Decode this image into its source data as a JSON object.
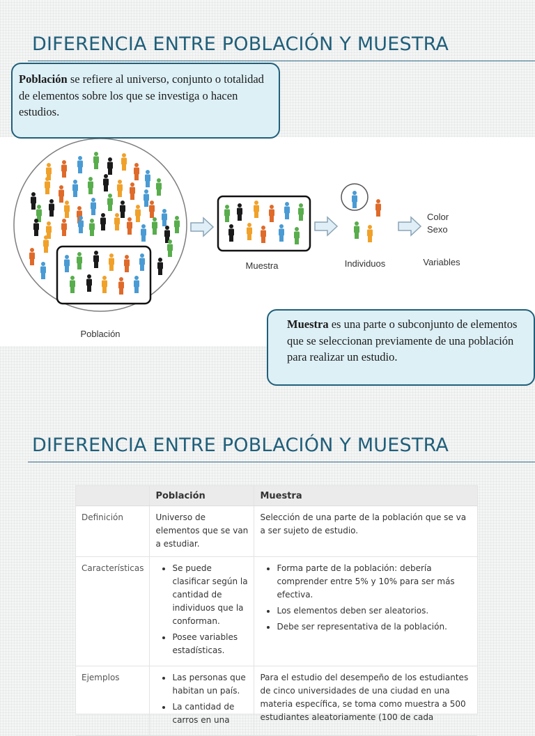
{
  "slide1": {
    "title": "DIFERENCIA ENTRE POBLACIÓN Y MUESTRA",
    "callout_poblacion": {
      "term": "Población",
      "text": " se refiere al universo, conjunto o totalidad de elementos sobre los que se investiga o hacen estudios."
    },
    "callout_muestra": {
      "term": "Muestra",
      "text": " es una parte o subconjunto de elementos que se seleccionan previamente de una población para realizar un estudio."
    },
    "figure": {
      "label_poblacion": "Población",
      "label_muestra": "Muestra",
      "label_individuos": "Individuos",
      "label_variables": "Variables",
      "variable_1": "Color",
      "variable_2": "Sexo"
    }
  },
  "slide2": {
    "title": "DIFERENCIA ENTRE POBLACIÓN Y MUESTRA",
    "table": {
      "headers": [
        "",
        "Población",
        "Muestra"
      ],
      "rows": [
        {
          "label": "Definición",
          "poblacion": "Universo de elementos que se van a estudiar.",
          "muestra": "Selección de una parte de la población que se va a ser sujeto de estudio."
        },
        {
          "label": "Características",
          "poblacion": [
            "Se puede clasificar según la cantidad de individuos que la conforman.",
            "Posee variables estadísticas."
          ],
          "muestra": [
            "Forma parte de la población: debería comprender entre 5% y 10% para ser más efectiva.",
            "Los elementos deben ser aleatorios.",
            "Debe ser representativa de la población."
          ]
        },
        {
          "label": "Ejemplos",
          "poblacion": [
            "Las personas que habitan un país.",
            "La cantidad de carros en una"
          ],
          "muestra": "Para el estudio del desempeño de los estudiantes de cinco universidades de una ciudad en una materia específica, se toma como muestra a 500 estudiantes aleatoriamente (100 de cada"
        }
      ]
    }
  },
  "colors": {
    "title": "#1f5f7a",
    "callout_bg": "#ddf0f6",
    "callout_border": "#1f5f7a",
    "arrow_fill": "#e0eff7",
    "arrow_stroke": "#8aa4b5",
    "people": [
      "#f0a12a",
      "#df6a2a",
      "#4a9bd4",
      "#58ad4c",
      "#1a1a1a"
    ]
  }
}
